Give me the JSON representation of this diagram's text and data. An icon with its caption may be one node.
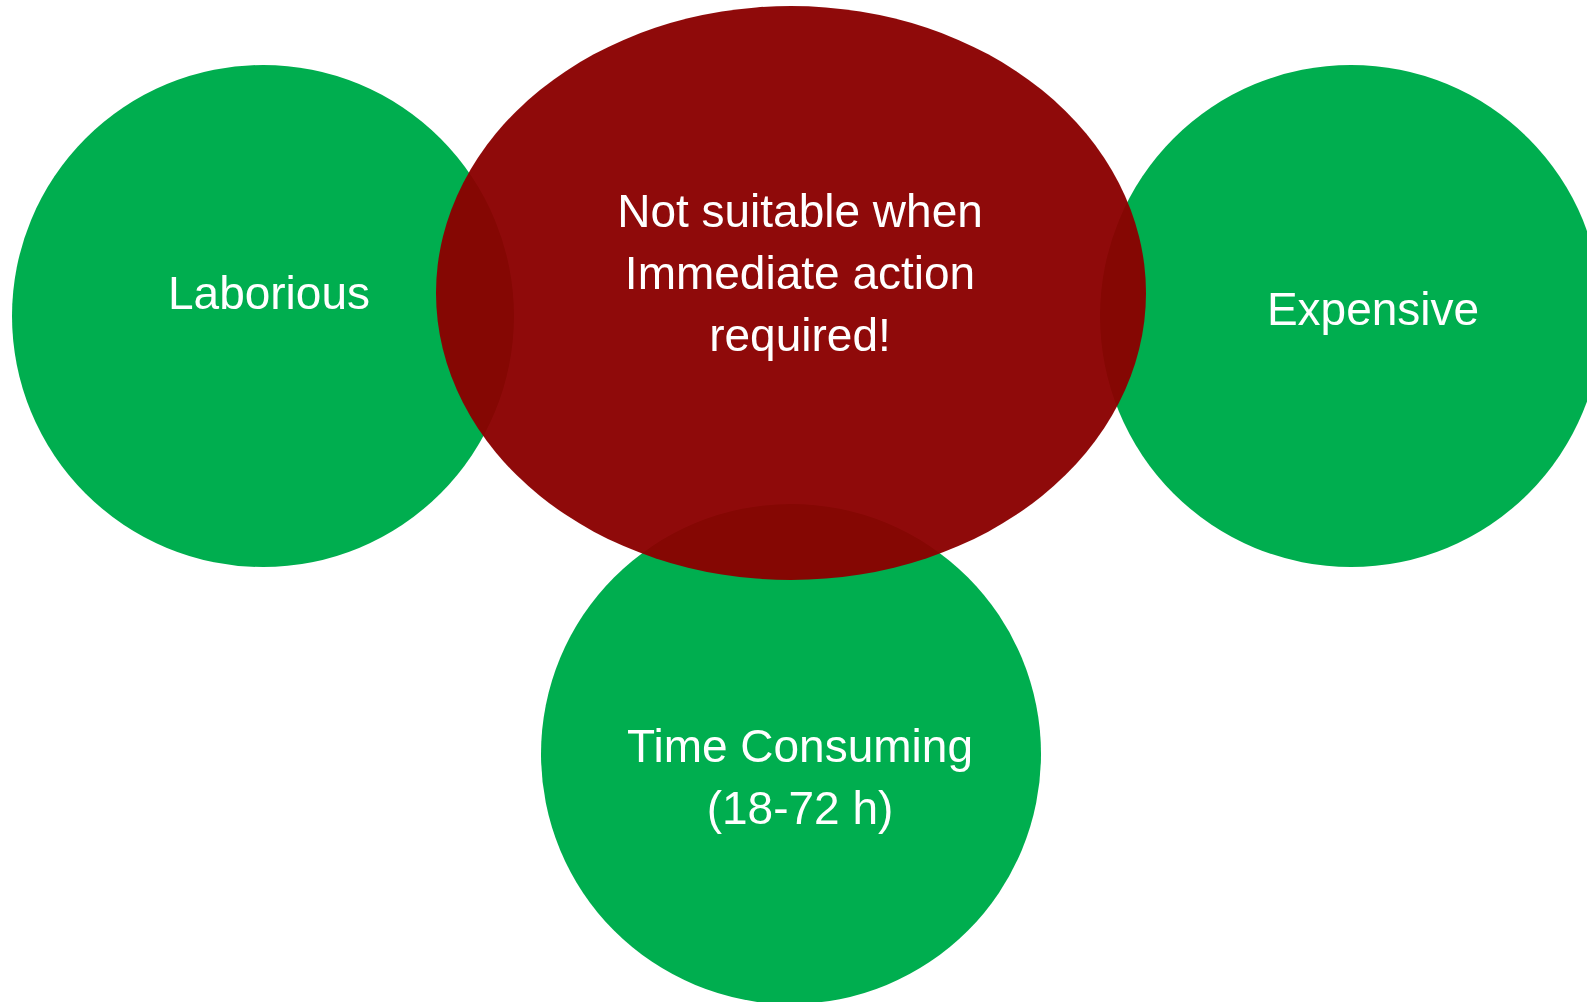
{
  "diagram": {
    "nodes": [
      {
        "text": [
          "Laborious"
        ]
      },
      {
        "text": [
          "Not suitable when Immediate action required!"
        ]
      },
      {
        "text": [
          "Expensive"
        ]
      },
      {
        "text": [
          "Time Consuming (18-72 h)"
        ]
      }
    ]
  }
}
